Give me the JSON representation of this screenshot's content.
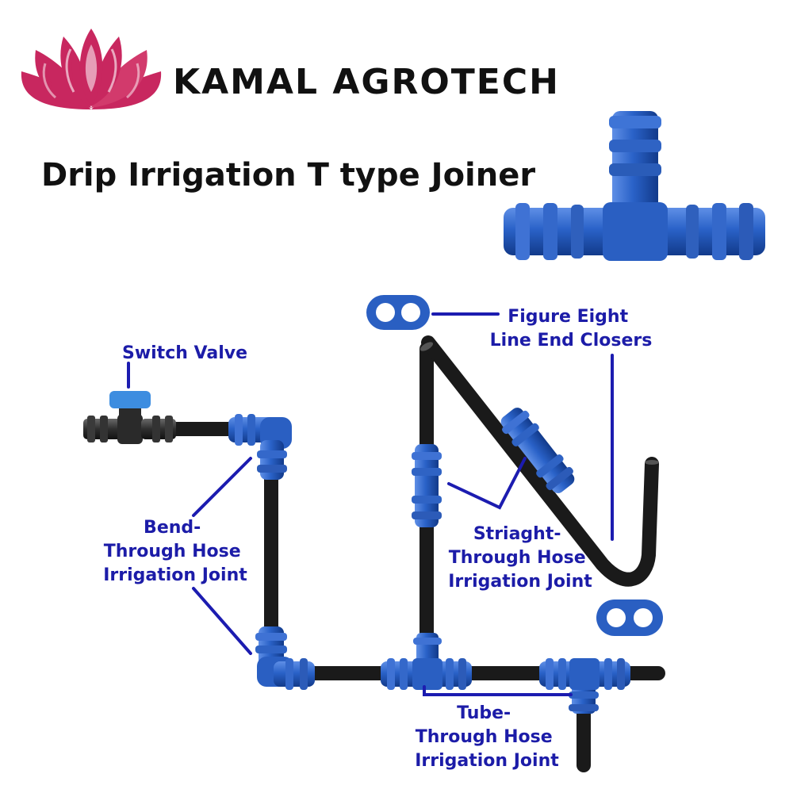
{
  "brand": {
    "name": "KAMAL AGROTECH",
    "logo": "lotus-logo-icon",
    "logo_color": "#c8275f"
  },
  "title": "Drip Irrigation T type Joiner",
  "colors": {
    "fitting_blue": "#1f57b8",
    "hose_black": "#1a1a1a",
    "label_blue": "#1c1ca8",
    "leader_blue": "#1c1cb0"
  },
  "labels": {
    "switch_valve": {
      "lines": [
        "Switch Valve"
      ]
    },
    "figure_eight": {
      "lines": [
        "Figure Eight",
        "Line End Closers"
      ]
    },
    "bend_through": {
      "lines": [
        "Bend-",
        "Through Hose",
        "Irrigation Joint"
      ]
    },
    "straight_through": {
      "lines": [
        "Striaght-",
        "Through Hose",
        "Irrigation Joint"
      ]
    },
    "tube_through": {
      "lines": [
        "Tube-",
        "Through Hose",
        "Irrigation Joint"
      ]
    }
  }
}
